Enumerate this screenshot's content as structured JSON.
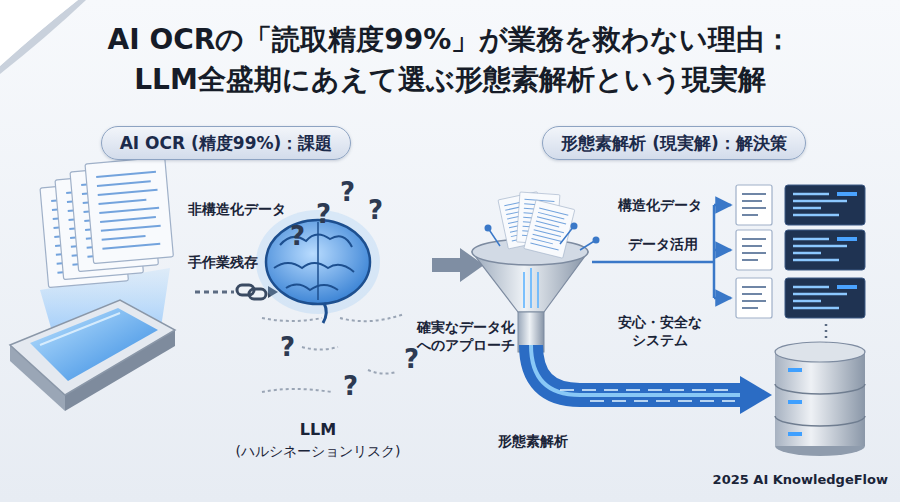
{
  "diagram": {
    "title": "AI OCRの「読取精度99%」が業務を救わない理由： LLM全盛期にあえて選ぶ形態素解析という現実解",
    "nodes": [
      {
        "text": [
          "AI OCR (精度99%)：課題"
        ]
      },
      {
        "text": [
          "形態素解析 (現実解)：解決策"
        ]
      }
    ],
    "labels": [
      "非構造化データ",
      "手作業残存",
      "確実なデータ化 へのアプローチ",
      "LLM",
      "(ハルシネーションリスク)",
      "構造化データ",
      "データ活用",
      "安心・安全な システム",
      "形態素解析",
      "2025 AI KnowledgeFlow",
      "?",
      "?",
      "?",
      "?",
      "?",
      "?",
      "?"
    ]
  }
}
